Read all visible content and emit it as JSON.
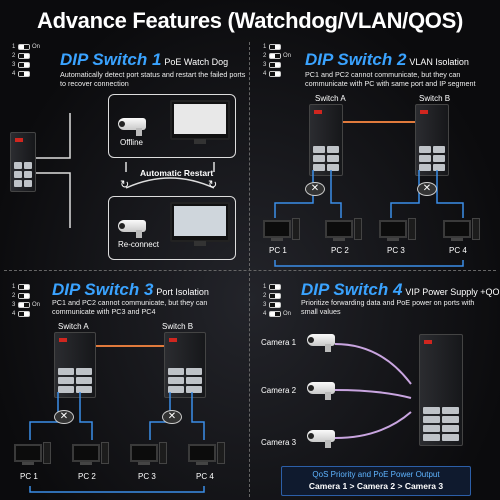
{
  "title": "Advance Features (Watchdog/VLAN/QOS)",
  "dip_switch": {
    "rows": [
      "1",
      "2",
      "3",
      "4"
    ],
    "on_label": "On"
  },
  "panels": [
    {
      "heading": "DIP Switch 1",
      "subtitle": "PoE Watch Dog",
      "description": "Automatically detect port status and restart the failed ports to recover connection",
      "labels": {
        "offline": "Offline",
        "automatic_restart": "Automatic Restart",
        "reconnect": "Re-connect"
      }
    },
    {
      "heading": "DIP Switch 2",
      "subtitle": "VLAN Isolation",
      "description": "PC1 and PC2 cannot communicate, but they can communicate with PC with same port and IP segment",
      "switches": [
        "Switch A",
        "Switch B"
      ],
      "pcs": [
        "PC 1",
        "PC 2",
        "PC 3",
        "PC 4"
      ]
    },
    {
      "heading": "DIP Switch 3",
      "subtitle": "Port Isolation",
      "description": "PC1 and PC2 cannot communicate, but they can communicate with PC3 and PC4",
      "switches": [
        "Switch A",
        "Switch B"
      ],
      "pcs": [
        "PC 1",
        "PC 2",
        "PC 3",
        "PC 4"
      ]
    },
    {
      "heading": "DIP Switch 4",
      "subtitle": "VIP Power Supply +QOS",
      "description": "Prioritize forwarding data and PoE power on ports with small values",
      "cameras": [
        "Camera 1",
        "Camera 2",
        "Camera 3"
      ],
      "qos_title": "QoS Priority and PoE Power Output",
      "qos_order": "Camera 1 > Camera 2 > Camera 3"
    }
  ],
  "colors": {
    "accent": "#3aa3ff",
    "cable_blue": "#3b8ee8",
    "cable_orange": "#e07a3c",
    "led_red": "#d0261f"
  },
  "icons": [
    "switch-icon",
    "camera-icon",
    "monitor-icon",
    "pc-icon",
    "no-connection-icon",
    "refresh-icon"
  ]
}
